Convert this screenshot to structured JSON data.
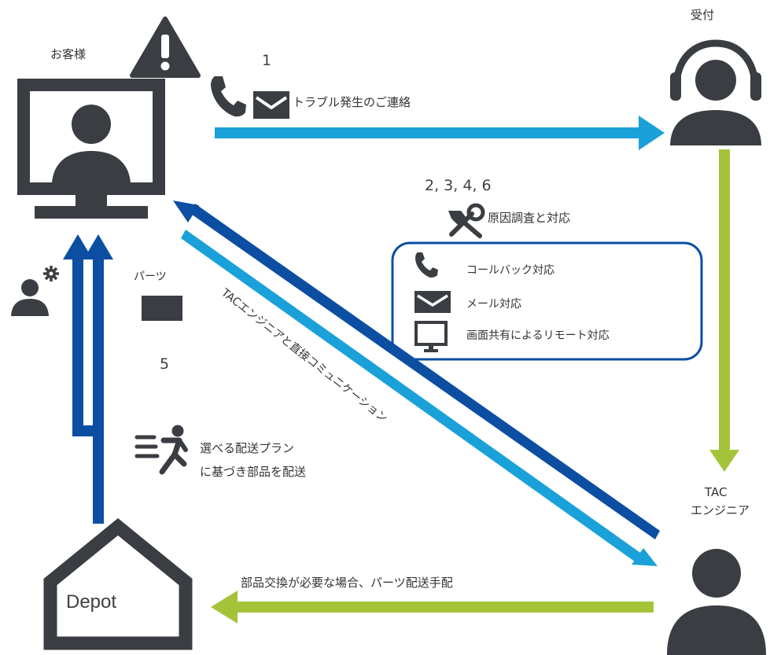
{
  "nodes": {
    "customer": "お客様",
    "reception": "受付",
    "tac_line1": "TAC",
    "tac_line2": "エンジニア",
    "depot": "Depot"
  },
  "steps": {
    "step1": "1",
    "step2": "2, 3, 4, 6",
    "step5": "5"
  },
  "labels": {
    "trouble_contact": "トラブル発生のご連絡",
    "investigation": "原因調査と対応",
    "parts": "パーツ",
    "delivery_line1": "選べる配送プラン",
    "delivery_line2": "に基づき部品を配送",
    "direct_comm": "TACエンジニアと直接コミュニケーション",
    "parts_exchange": "部品交換が必要な場合、パーツ配送手配"
  },
  "support_box": {
    "items": [
      {
        "label": "コールバック対応",
        "icon": "phone-icon"
      },
      {
        "label": "メール対応",
        "icon": "mail-icon"
      },
      {
        "label": "画面共有によるリモート対応",
        "icon": "monitor-icon"
      }
    ]
  },
  "colors": {
    "light_blue": "#1ba1d9",
    "dark_blue": "#0b4ea2",
    "green": "#a4c339",
    "icon_dark": "#3a3d42",
    "box_border": "#0b4ea2"
  }
}
